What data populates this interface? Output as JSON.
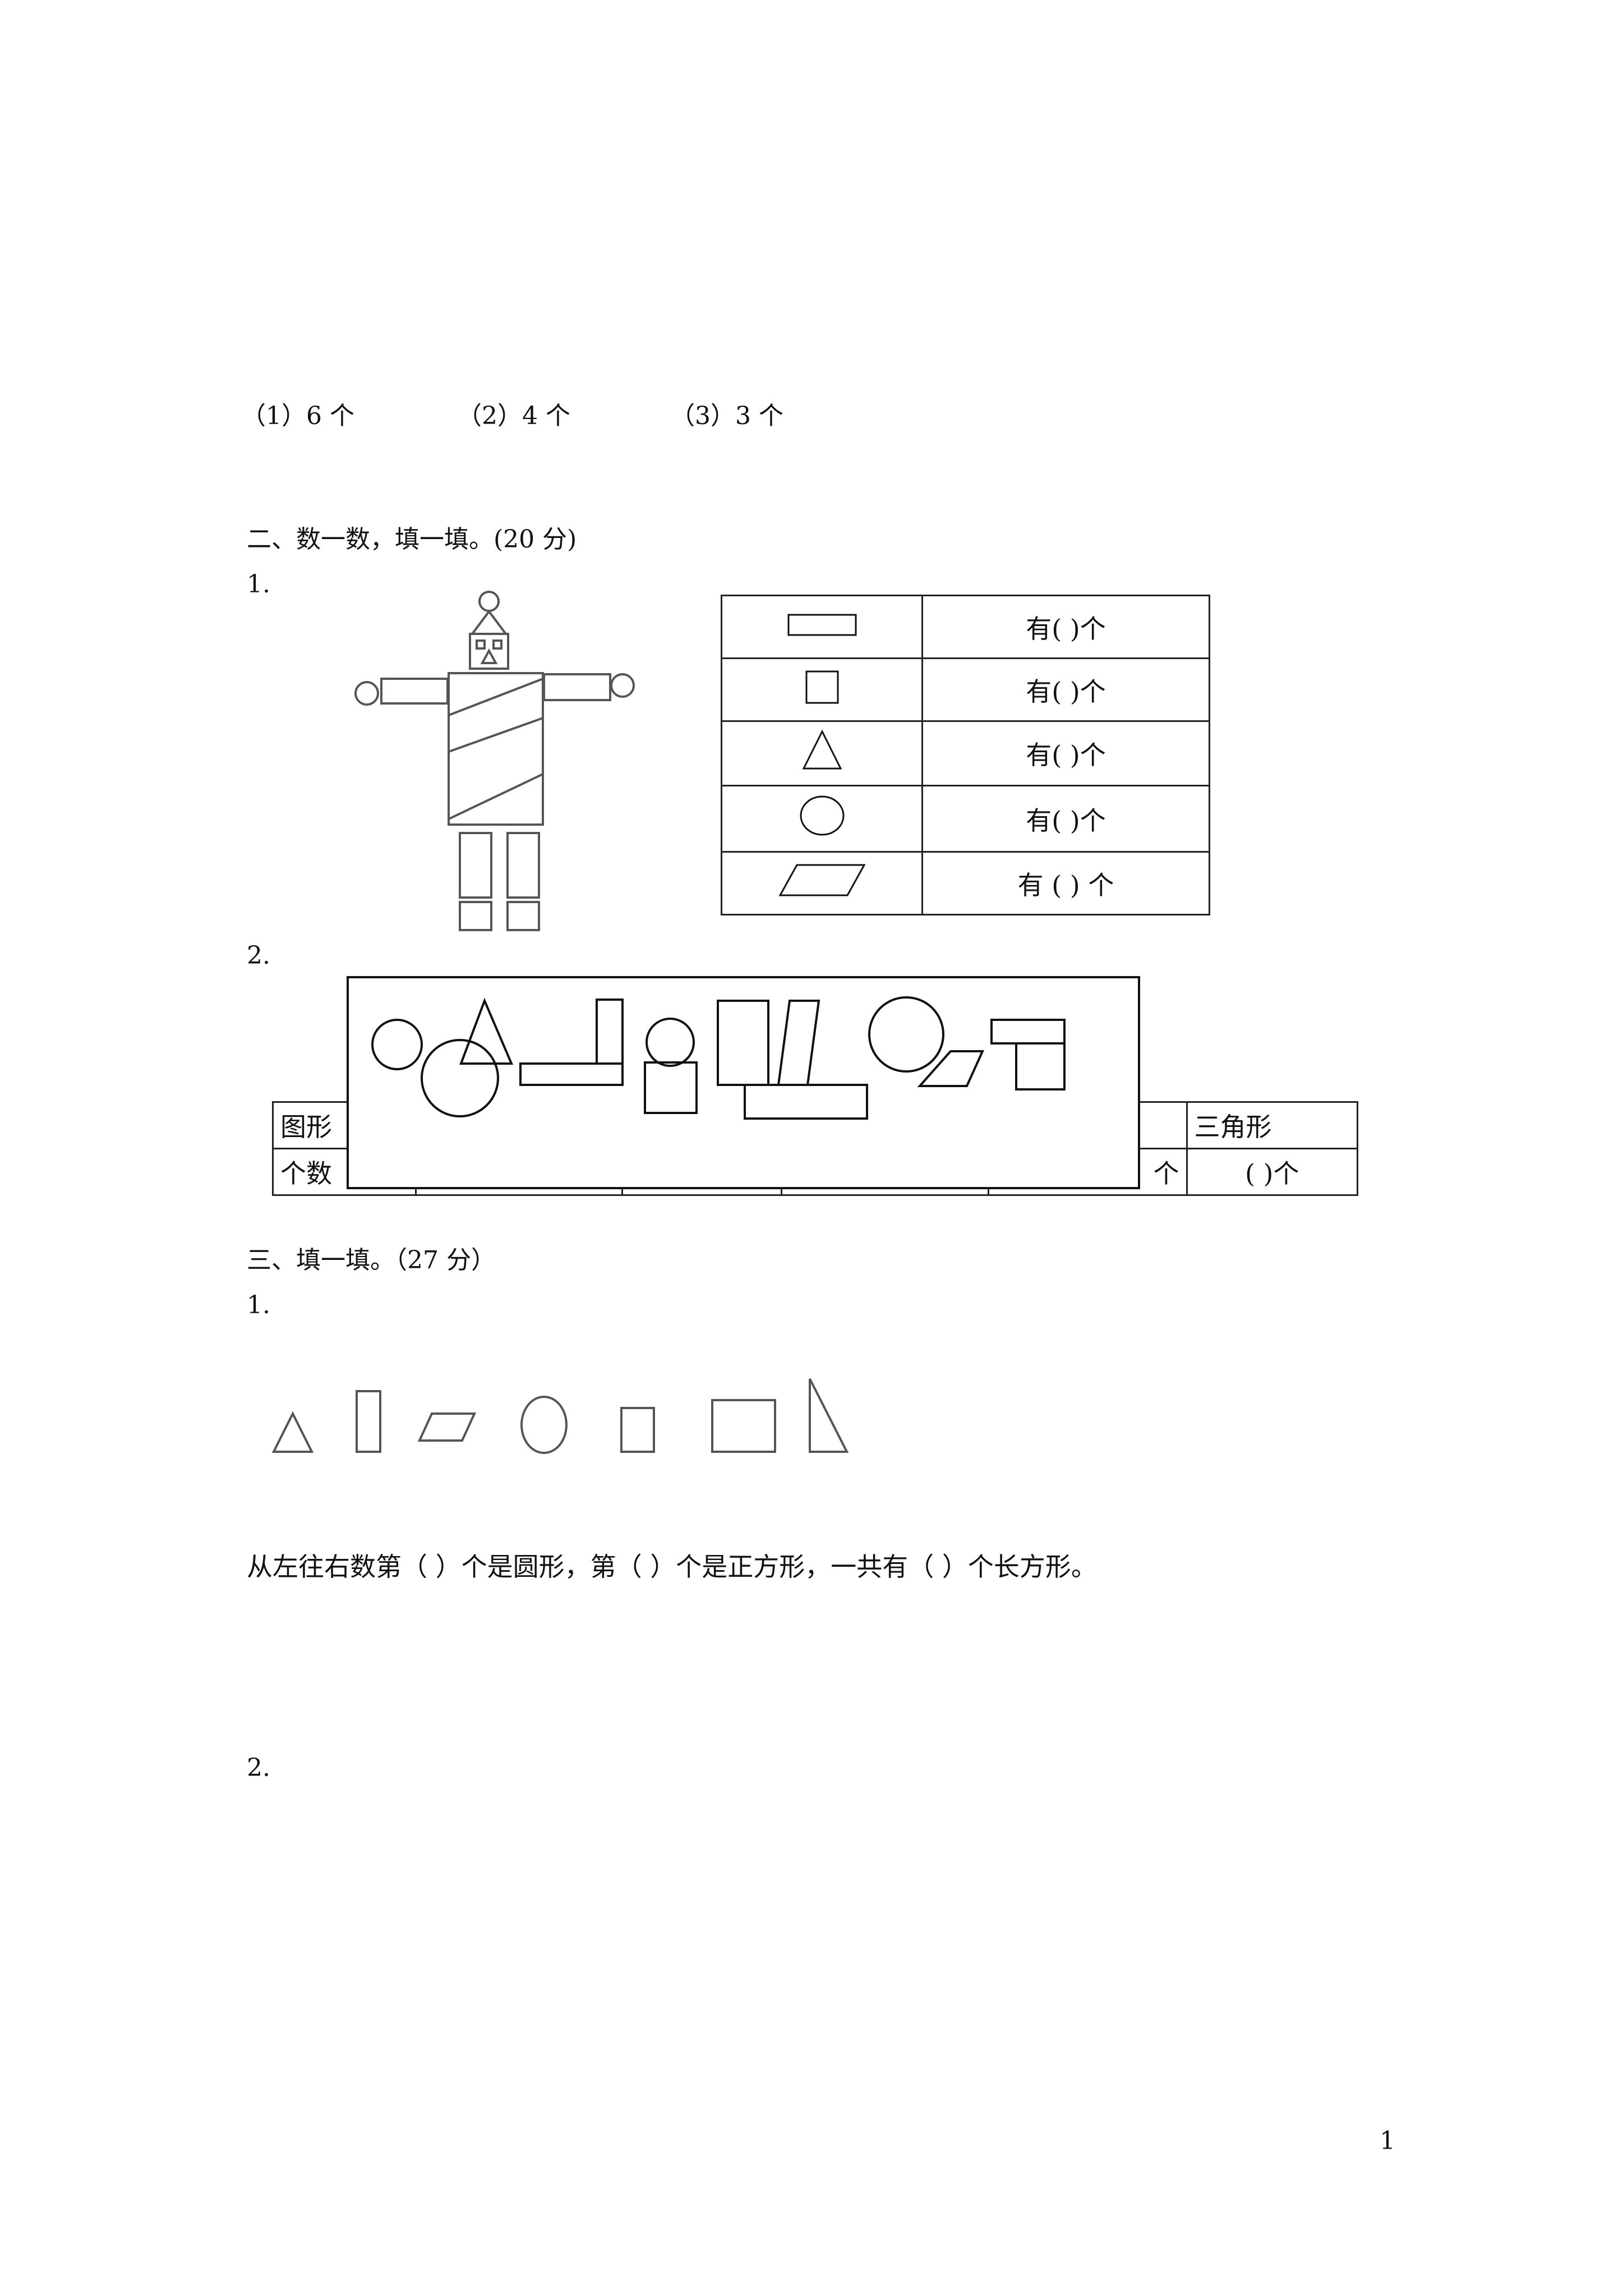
{
  "answers_prev": {
    "a1": "（1）6 个",
    "a2": "（2）4 个",
    "a3": "（3）3 个"
  },
  "section2": {
    "heading": "二、数一数，填一填。(20 分)",
    "q1_number": "1.",
    "q2_number": "2.",
    "count_rows": [
      {
        "icon": "rectangle-icon",
        "text": "有(      )个"
      },
      {
        "icon": "square-icon",
        "text": "有(      )个"
      },
      {
        "icon": "triangle-icon",
        "text": "有(      )个"
      },
      {
        "icon": "circle-icon",
        "text": "有(      )个"
      },
      {
        "icon": "parallelogram-icon",
        "text": "有 (     ) 个"
      }
    ],
    "shape_table": {
      "row1_label": "图形",
      "row2_label": "个数",
      "last_header": "三角形",
      "last_value": "(      )个",
      "hidden_cell_fragment": "个"
    }
  },
  "section3": {
    "heading": "三、填一填。（27 分）",
    "q1_number": "1.",
    "q1_text": "从左往右数第（          ）个是圆形，第（            ）个是正方形，一共有（          ）个长方形。",
    "q2_number": "2."
  },
  "page_number": "1"
}
